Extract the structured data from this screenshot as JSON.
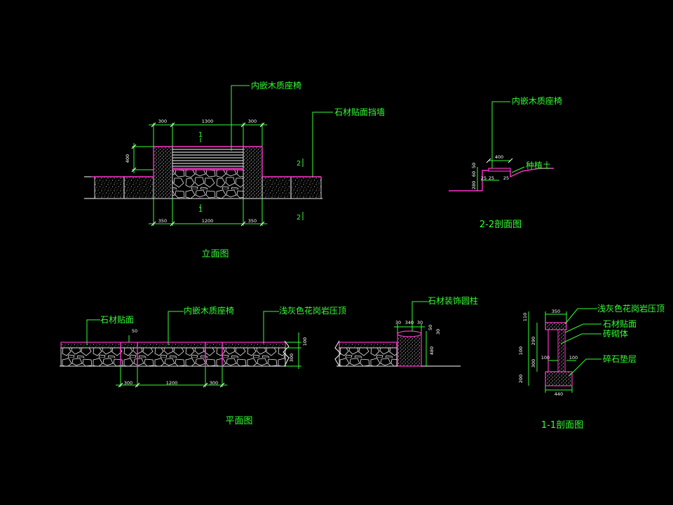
{
  "elevation": {
    "title": "立面图",
    "label_bench": "内嵌木质座椅",
    "label_wall": "石材贴面挡墙",
    "dims_top": [
      "300",
      "1300",
      "300"
    ],
    "dims_bottom": [
      "350",
      "1200",
      "350"
    ],
    "dim_height": "400",
    "mark_1": "1",
    "mark_2": "2"
  },
  "section22": {
    "title": "2-2剖面图",
    "label_bench": "内嵌木质座椅",
    "label_soil": "种植土",
    "dim_width": "400",
    "dims_small": [
      "25",
      "25",
      "25"
    ],
    "dims_vertical": [
      "280",
      "60",
      "50"
    ]
  },
  "plan": {
    "title": "平面图",
    "label_stone": "石材贴面",
    "label_bench": "内嵌木质座椅",
    "label_granite": "浅灰色花岗岩压顶",
    "label_column": "石材装饰圆柱",
    "dim_50": "50",
    "dims_bottom": [
      "300",
      "1200",
      "300"
    ],
    "dim_100": "100",
    "dim_300": "300",
    "dims_column": [
      "30",
      "340",
      "30"
    ],
    "dim_col_h": "480",
    "dim_col_top": "50",
    "dim_col_side": "30"
  },
  "section11": {
    "title": "1-1剖面图",
    "label_granite": "浅灰色花岗岩压顶",
    "label_stone": "石材贴面",
    "label_brick": "砖砌体",
    "label_gravel": "碎石垫层",
    "dim_top": "350",
    "dim_bottom": "440",
    "dim_100a": "100",
    "dim_100b": "100",
    "dims_left": [
      "110",
      "290",
      "100",
      "300",
      "200"
    ]
  }
}
